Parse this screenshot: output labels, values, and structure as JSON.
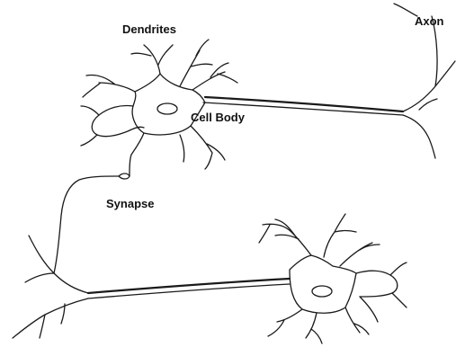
{
  "labels": {
    "dendrites": "Dendrites",
    "axon": "Axon",
    "cell_body": "Cell Body",
    "synapse": "Synapse"
  },
  "colors": {
    "ink": "#1a1a1a",
    "background": "#ffffff"
  }
}
